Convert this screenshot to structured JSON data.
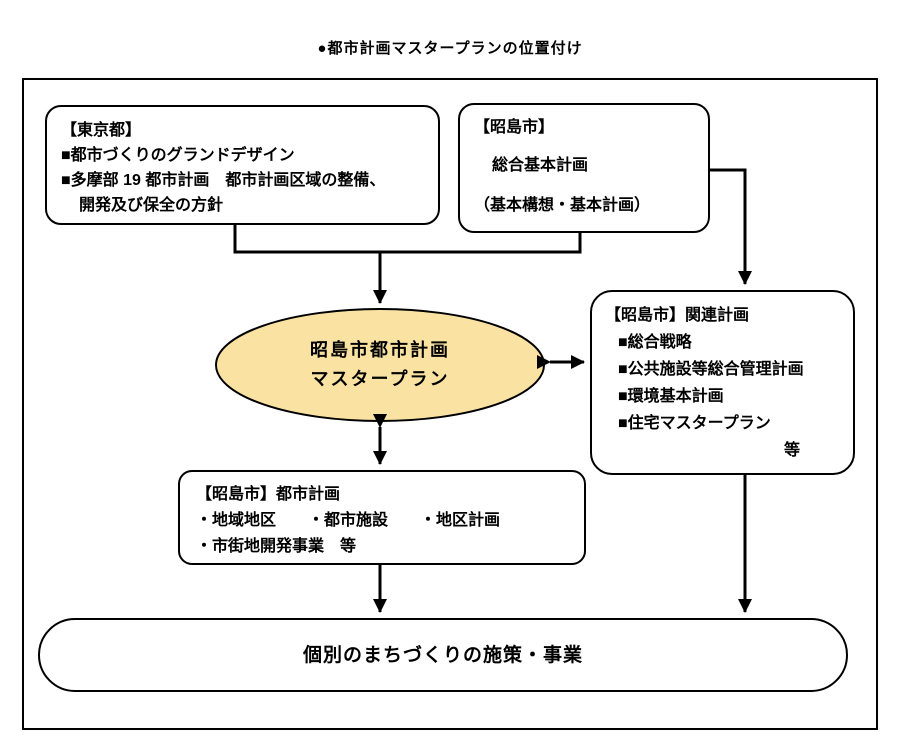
{
  "title": "●都市計画マスタープランの位置付け",
  "colors": {
    "ellipse_fill": "#FAE3A2",
    "line": "#000000"
  },
  "boxes": {
    "tokyo": {
      "heading": "【東京都】",
      "lines": [
        "■都市づくりのグランドデザイン",
        "■多摩部 19 都市計画　都市計画区域の整備、",
        "開発及び保全の方針"
      ]
    },
    "akishima_comprehensive": {
      "heading": "【昭島市】",
      "lines": [
        "総合基本計画",
        "（基本構想・基本計画）"
      ]
    },
    "master_plan": {
      "lines": [
        "昭島市都市計画",
        "マスタープラン"
      ]
    },
    "related_plans": {
      "heading": "【昭島市】関連計画",
      "items": [
        "■総合戦略",
        "■公共施設等総合管理計画",
        "■環境基本計画",
        "■住宅マスタープラン"
      ],
      "suffix": "等"
    },
    "city_planning": {
      "heading": "【昭島市】都市計画",
      "lines": [
        "・地域地区　　・都市施設　　・地区計画",
        "・市街地開発事業　等"
      ]
    },
    "individual_measures": {
      "label": "個別のまちづくりの施策・事業"
    }
  }
}
